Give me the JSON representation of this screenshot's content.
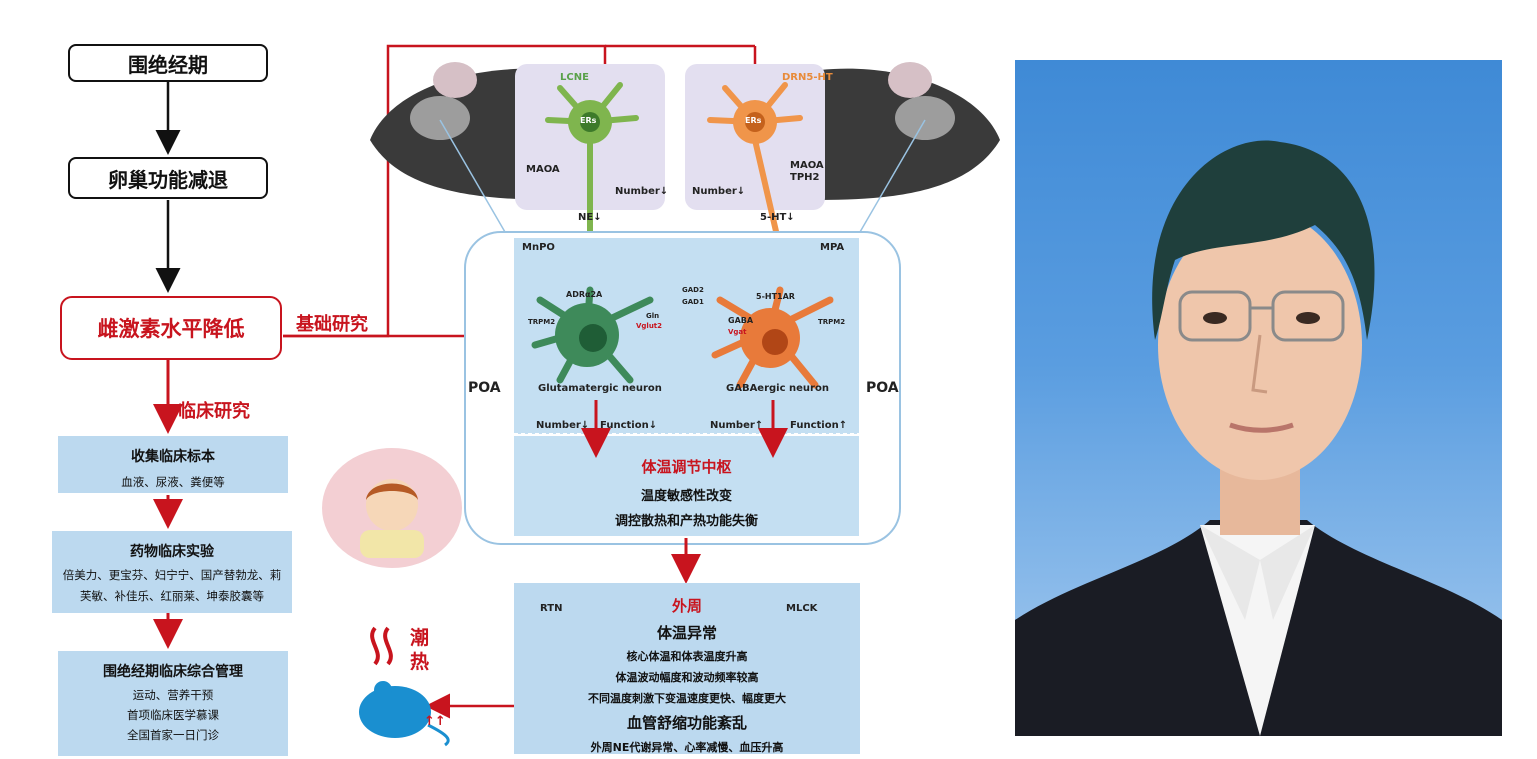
{
  "flow": {
    "step1": "围绝经期",
    "step2": "卵巢功能减退",
    "step3": "雌激素水平降低",
    "branch_basic": "基础研究",
    "branch_clinical": "临床研究"
  },
  "clinical": {
    "box1": {
      "title": "收集临床标本",
      "text": "血液、尿液、粪便等"
    },
    "box2": {
      "title": "药物临床实验",
      "text": "倍美力、更宝芬、妇宁宁、国产替勃龙、莉芙敏、补佳乐、红丽莱、坤泰胶囊等"
    },
    "box3": {
      "title": "围绝经期临床综合管理",
      "lines": [
        "运动、营养干预",
        "首项临床医学慕课",
        "全国首家一日门诊"
      ]
    }
  },
  "neuro": {
    "lc": "LCNE",
    "drn": "DRN5-HT",
    "ers": "ERs",
    "maoa": "MAOA",
    "maoa_tph2": "MAOA TPH2",
    "number_down": "Number↓",
    "ne": "NE↓",
    "ht": "5-HT↓",
    "mnpo": "MnPO",
    "mpa": "MPA",
    "poa": "POA",
    "adra2a": "ADRα2A",
    "trpm2": "TRPM2",
    "gad2": "GAD2",
    "gad1": "GAD1",
    "gln": "Gln",
    "vglut2": "Vglut2",
    "gaba": "GABA",
    "vgat": "Vgat",
    "ht1ar": "5-HT1AR",
    "glut_neuron": "Glutamatergic neuron",
    "gaba_neuron": "GABAergic neuron",
    "number_up": "Number↑",
    "function_down": "Function↓",
    "function_up": "Function↑"
  },
  "center": {
    "title": "体温调节中枢",
    "line1": "温度敏感性改变",
    "line2": "调控散热和产热功能失衡"
  },
  "periphery": {
    "title": "外周",
    "rtn": "RTN",
    "mlck": "MLCK",
    "h1": "体温异常",
    "l1": "核心体温和体表温度升高",
    "l2": "体温波动幅度和波动频率较高",
    "l3": "不同温度刺激下变温速度更快、幅度更大",
    "h2": "血管舒缩功能紊乱",
    "l4": "外周NE代谢异常、心率减慢、血压升高"
  },
  "hotflash": {
    "c1": "潮",
    "c2": "热"
  },
  "colors": {
    "red": "#c8141e",
    "blue": "#bcd9ef",
    "green": "#5aa14a",
    "orange": "#e88b3a"
  }
}
